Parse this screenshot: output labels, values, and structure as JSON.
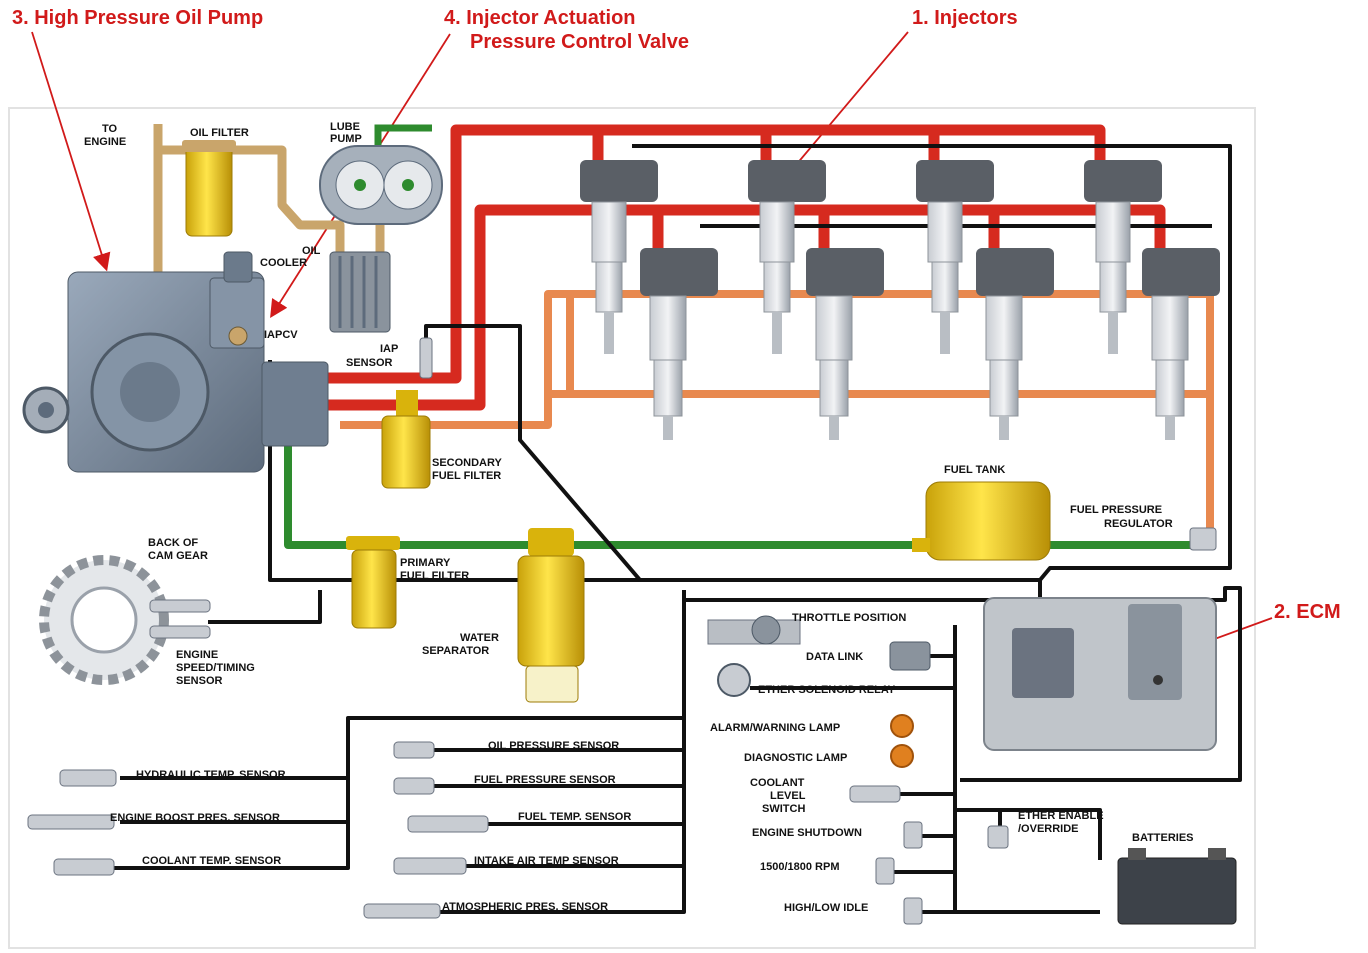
{
  "callouts": {
    "pump": "3. High Pressure Oil Pump",
    "ipcv_line1": "4. Injector Actuation",
    "ipcv_line2": "Pressure Control Valve",
    "injectors": "1. Injectors",
    "ecm": "2. ECM"
  },
  "labels": {
    "to_engine_1": "TO",
    "to_engine_2": "ENGINE",
    "oil_filter": "OIL FILTER",
    "lube_pump_1": "LUBE",
    "lube_pump_2": "PUMP",
    "oil_cooler_1": "OIL",
    "oil_cooler_2": "COOLER",
    "ipcv": "IAPCV",
    "iap_sensor_1": "IAP",
    "iap_sensor_2": "SENSOR",
    "secondary_filter_1": "SECONDARY",
    "secondary_filter_2": "FUEL FILTER",
    "fuel_tank": "FUEL TANK",
    "fuel_regulator_1": "FUEL PRESSURE",
    "fuel_regulator_2": "REGULATOR",
    "back_cam_1": "BACK OF",
    "back_cam_2": "CAM GEAR",
    "primary_filter_1": "PRIMARY",
    "primary_filter_2": "FUEL FILTER",
    "water_sep_1": "WATER",
    "water_sep_2": "SEPARATOR",
    "speed_sensor_1": "ENGINE",
    "speed_sensor_2": "SPEED/TIMING",
    "speed_sensor_3": "SENSOR",
    "throttle": "THROTTLE POSITION",
    "data_link": "DATA LINK",
    "ether_relay": "ETHER SOLENOID RELAY",
    "alarm_lamp": "ALARM/WARNING LAMP",
    "diag_lamp": "DIAGNOSTIC LAMP",
    "coolant_switch_1": "COOLANT",
    "coolant_switch_2": "LEVEL",
    "coolant_switch_3": "SWITCH",
    "engine_shutdown": "ENGINE SHUTDOWN",
    "rpm": "1500/1800 RPM",
    "high_low_idle": "HIGH/LOW IDLE",
    "ether_enable_1": "ETHER ENABLE",
    "ether_enable_2": "/OVERRIDE",
    "batteries": "BATTERIES",
    "hyd_temp": "HYDRAULIC TEMP. SENSOR",
    "boost_pres": "ENGINE BOOST PRES. SENSOR",
    "coolant_temp": "COOLANT TEMP. SENSOR",
    "oil_pres": "OIL PRESSURE SENSOR",
    "fuel_pres": "FUEL PRESSURE SENSOR",
    "fuel_temp": "FUEL TEMP. SENSOR",
    "intake_air": "INTAKE AIR TEMP SENSOR",
    "atmo_pres": "ATMOSPHERIC PRES. SENSOR"
  },
  "colors": {
    "callout": "#d11a1a",
    "high_pressure_oil": "#d62a1f",
    "fuel_supply": "#e8894f",
    "fuel_return": "#2e8b2e",
    "lube_oil": "#c9a56b",
    "wiring": "#111111",
    "filter_yellow": "#f2cf12",
    "pump_gray": "#7f8fa3",
    "ecm_gray": "#b9bec4"
  }
}
